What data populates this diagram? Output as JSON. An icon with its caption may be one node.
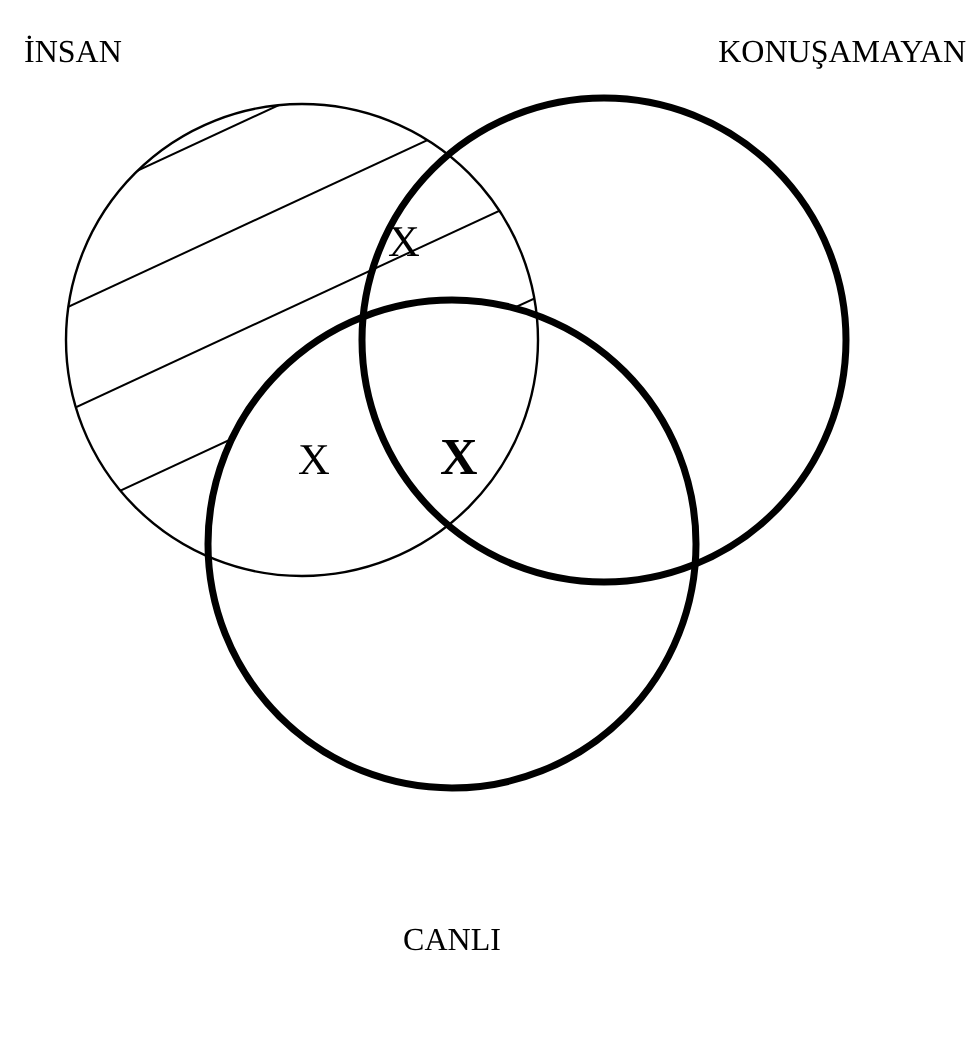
{
  "diagram": {
    "nodes": [
      {
        "text": [
          "İNSAN"
        ]
      },
      {
        "text": [
          "KONUŞAMAYAN"
        ]
      },
      {
        "text": [
          "CANLI"
        ]
      }
    ],
    "labels": [
      "X",
      "X",
      "X"
    ]
  }
}
